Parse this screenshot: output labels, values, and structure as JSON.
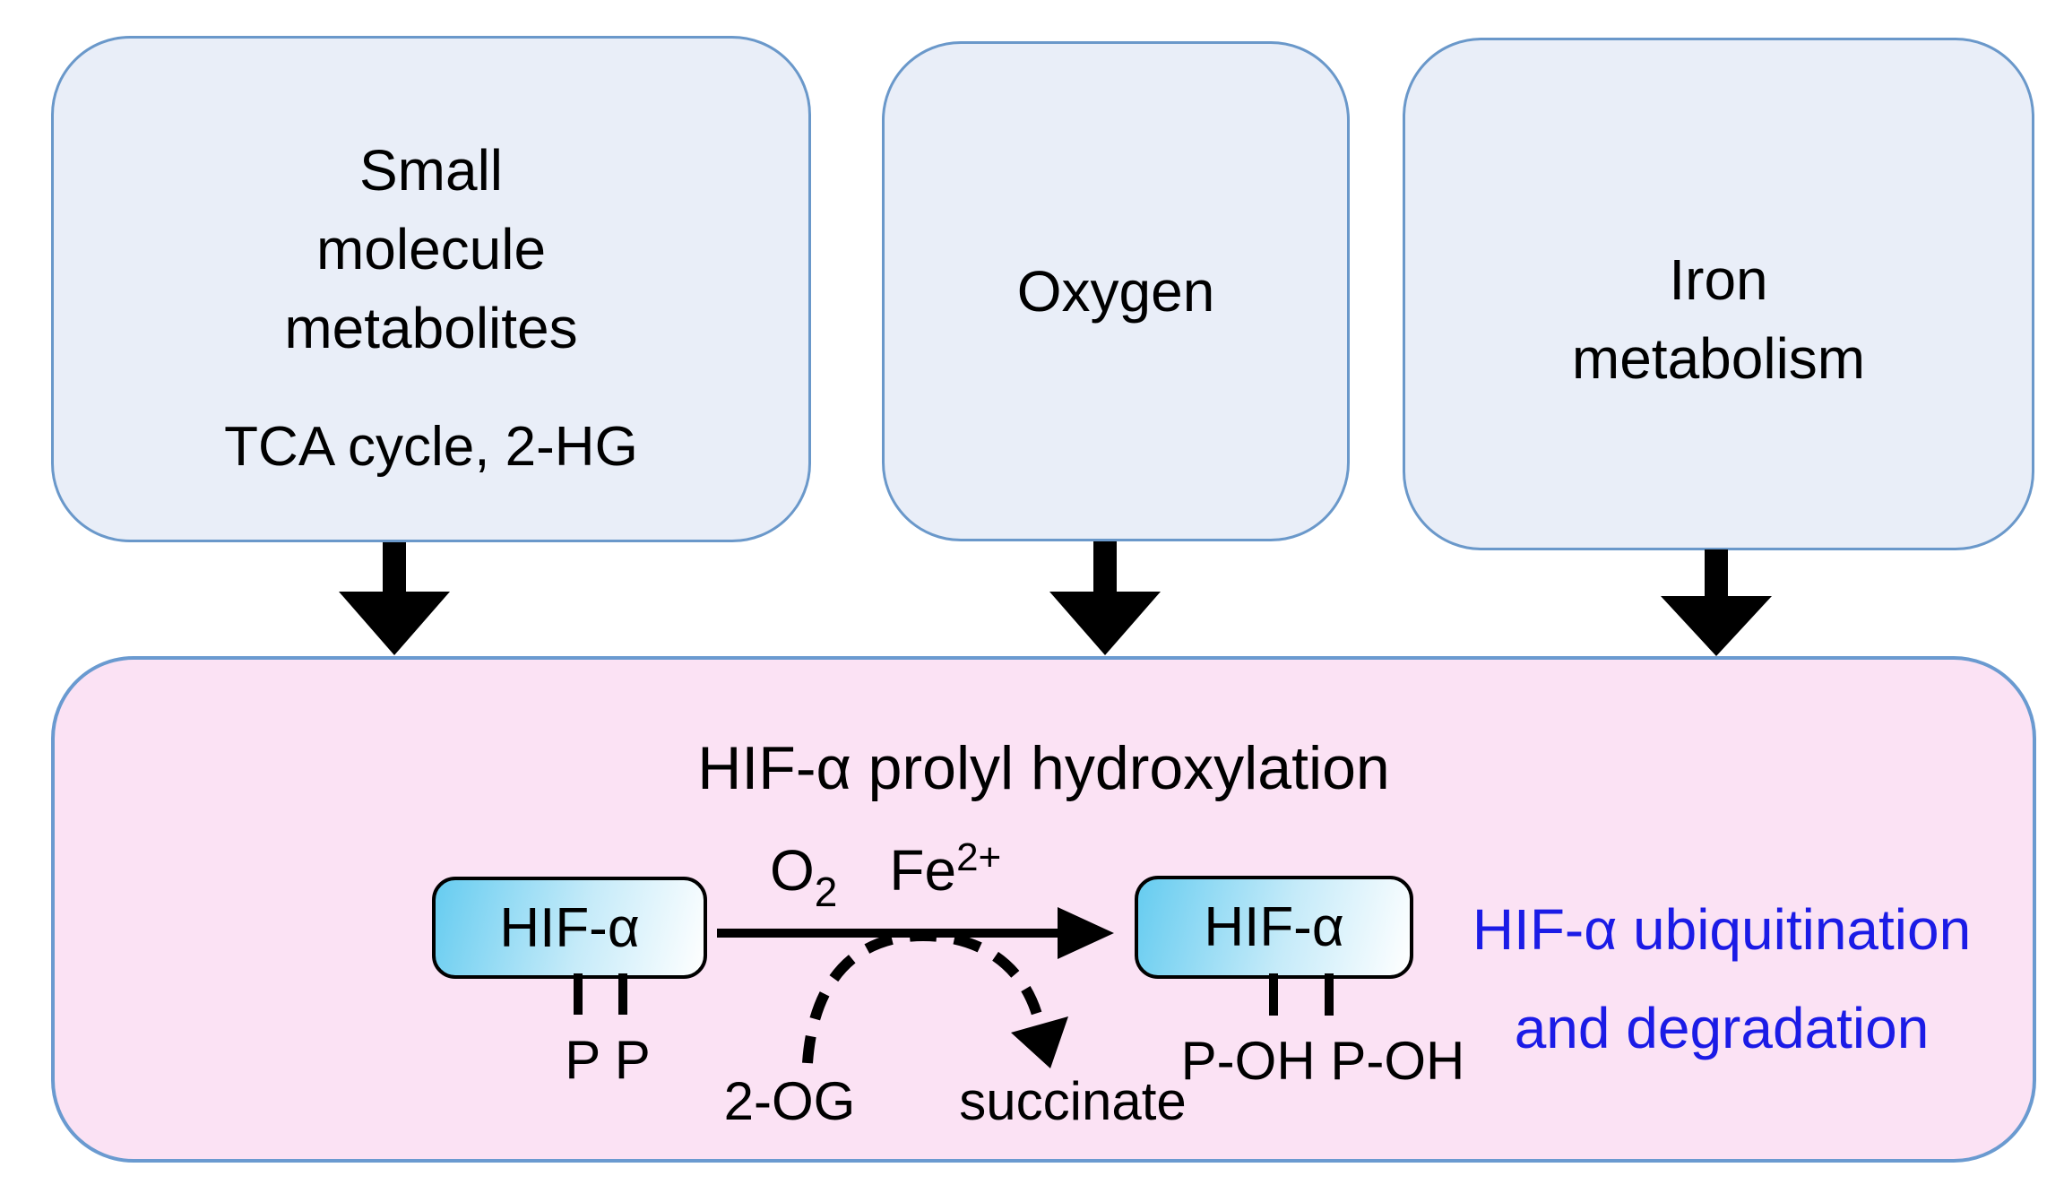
{
  "input_boxes": {
    "metabolites": {
      "line1": "Small",
      "line2": "molecule",
      "line3": "metabolites",
      "sublabel": "TCA cycle, 2-HG"
    },
    "oxygen": {
      "line1": "Oxygen"
    },
    "iron": {
      "line1": "Iron",
      "line2": "metabolism"
    }
  },
  "panel": {
    "title": "HIF-α prolyl hydroxylation",
    "cofactors": {
      "o_base": "O",
      "o_sub": "2",
      "fe_base": "Fe",
      "fe_sup": "2+"
    },
    "substrate_label": "HIF-α",
    "product_label": "HIF-α",
    "substrate_sites": "P P",
    "product_sites": "P-OH P-OH",
    "cosubstrate": "2-OG",
    "coproduct": "succinate",
    "note_line1": "HIF-α ubiquitination",
    "note_line2": "and degradation"
  },
  "colors": {
    "input_box_fill": "#e9eef8",
    "input_box_border": "#6a98ca",
    "panel_fill": "#fbe2f4",
    "panel_border": "#6a9ad0",
    "hif_gradient_start": "#66ccf0",
    "hif_gradient_end": "#ffffff",
    "note_text": "#1b1be6",
    "arrow": "#000000",
    "text": "#000000"
  }
}
